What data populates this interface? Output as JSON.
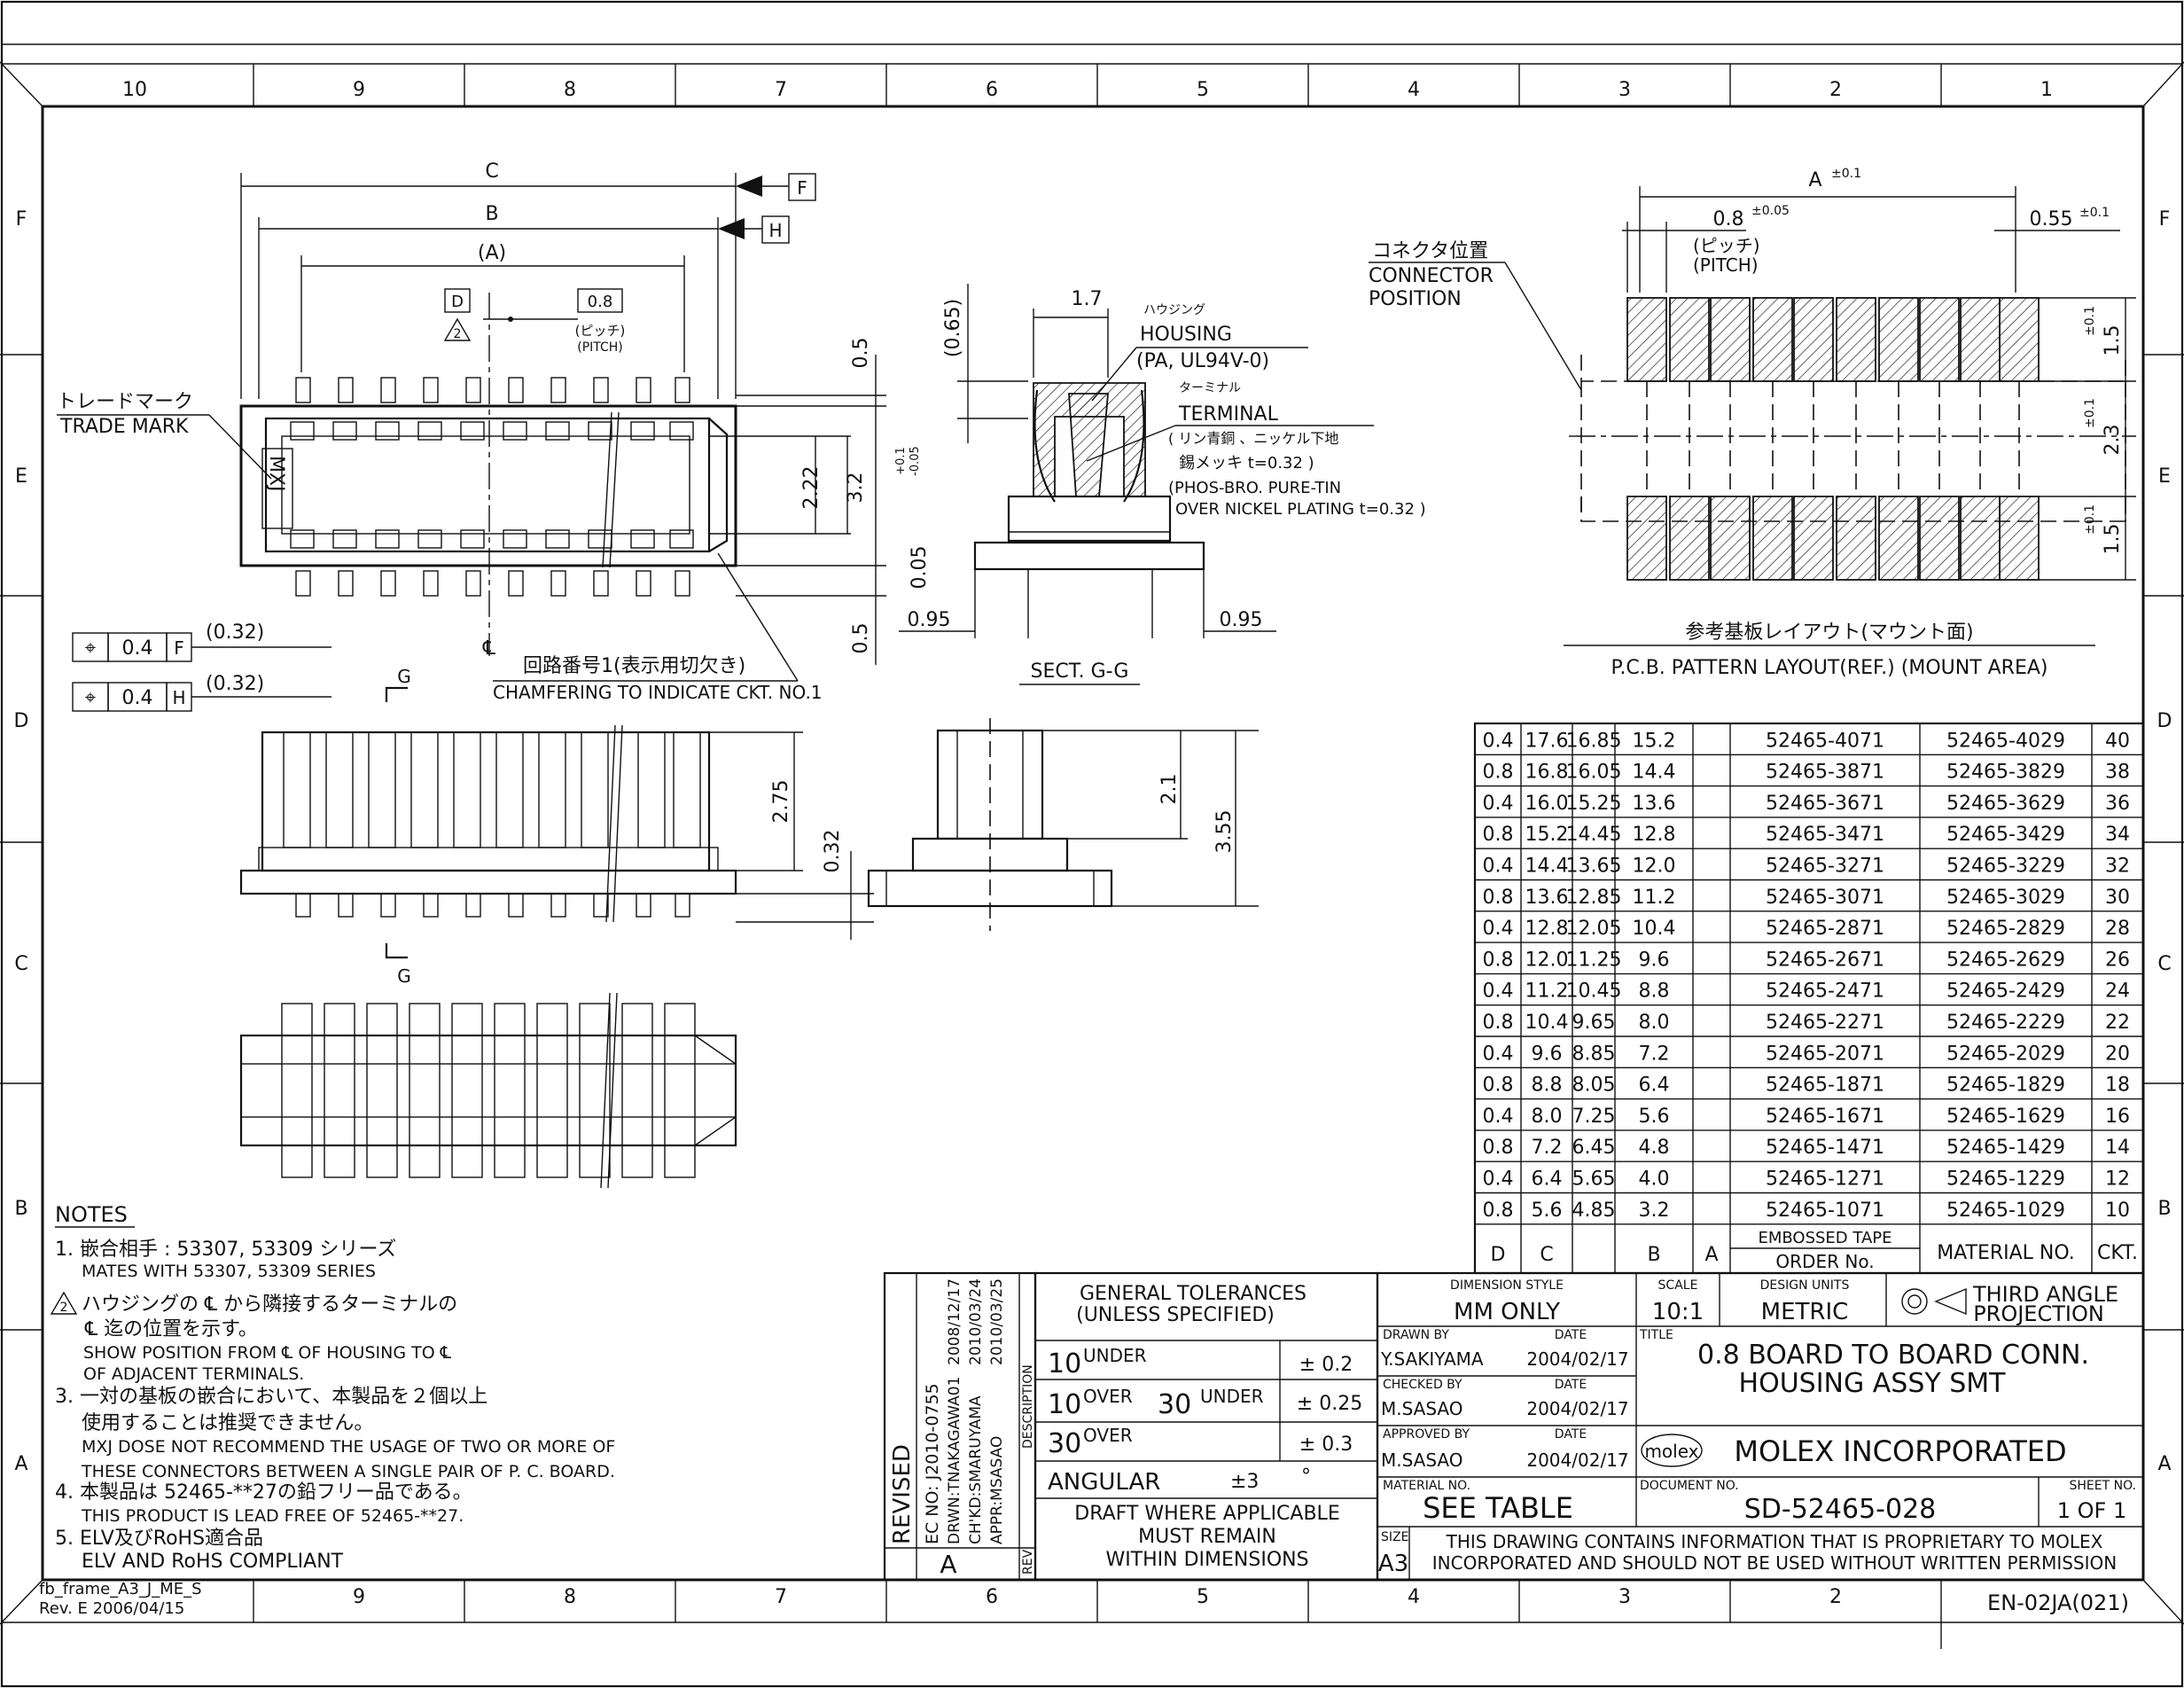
{
  "frame": {
    "top_zones": [
      "10",
      "9",
      "8",
      "7",
      "6",
      "5",
      "4",
      "3",
      "2",
      "1"
    ],
    "side_zones": [
      "F",
      "E",
      "D",
      "C",
      "B",
      "A"
    ],
    "frame_id": "fb_frame_A3_J_ME_S",
    "frame_rev": "Rev. E 2006/04/15",
    "form_no": "EN-02JA(021)"
  },
  "top_view": {
    "dim_c": "C",
    "dim_b": "B",
    "dim_a": "(A)",
    "datum_f": "F",
    "datum_h": "H",
    "datum_d": "D",
    "note_2": "2",
    "pitch_value": "0.8",
    "pitch_jp": "(ピッチ)",
    "pitch_en": "(PITCH)",
    "dim_05_top": "0.5",
    "dim_05_bottom": "0.5",
    "dim_222": "2.22",
    "dim_32": "3.2",
    "dim_tol": "0.05",
    "dim_tol_sup": "+0.1",
    "dim_tol_sub": "-0.05",
    "trademark_jp": "トレードマーク",
    "trademark_en": "TRADE MARK",
    "logo_text": "MXJ",
    "chamfer_jp": "回路番号1(表示用切欠き)",
    "chamfer_en": "CHAMFERING TO INDICATE CKT. NO.1",
    "cl_symbol": "℄",
    "fcf1_sym": "⌖",
    "fcf1_tol": "0.4",
    "fcf1_datum": "F",
    "fcf1_dim": "(0.32)",
    "fcf2_sym": "⌖",
    "fcf2_tol": "0.4",
    "fcf2_datum": "H",
    "fcf2_dim": "(0.32)",
    "section_mark": "G"
  },
  "section_view": {
    "dim_17": "1.7",
    "dim_065": "(0.65)",
    "housing_jp": "ハウジング",
    "housing_en": "HOUSING",
    "housing_mat": "(PA, UL94V-0)",
    "terminal_jp": "ターミナル",
    "terminal_en": "TERMINAL",
    "terminal_mat_jp1": "( リン青銅 、ニッケル下地",
    "terminal_mat_jp2": "錫メッキ  t=0.32 )",
    "terminal_mat_en1": "(PHOS-BRO. PURE-TIN",
    "terminal_mat_en2": "OVER NICKEL PLATING t=0.32 )",
    "dim_095_left": "0.95",
    "dim_095_right": "0.95",
    "title": "SECT. G-G"
  },
  "side_view": {
    "dim_275": "2.75",
    "dim_032": "0.32",
    "dim_21": "2.1",
    "dim_355": "3.55"
  },
  "pcb_layout": {
    "dim_a": "A",
    "dim_a_tol": "±0.1",
    "pitch": "0.8",
    "pitch_tol": "±0.05",
    "pitch_jp": "(ピッチ)",
    "pitch_en": "(PITCH)",
    "pad_w": "0.55",
    "pad_w_tol": "±0.1",
    "connector_pos_jp": "コネクタ位置",
    "connector_pos_en1": "CONNECTOR",
    "connector_pos_en2": "POSITION",
    "dim_15_top": "1.5",
    "dim_23": "2.3",
    "dim_15_bottom": "1.5",
    "tol": "±0.1",
    "title_jp": "参考基板レイアウト(マウント面)",
    "title_en": "P.C.B. PATTERN LAYOUT(REF.) (MOUNT AREA)"
  },
  "table": {
    "rows": [
      [
        "0.4",
        "17.6",
        "16.85",
        "15.2",
        "52465-4071",
        "52465-4029",
        "40"
      ],
      [
        "0.8",
        "16.8",
        "16.05",
        "14.4",
        "52465-3871",
        "52465-3829",
        "38"
      ],
      [
        "0.4",
        "16.0",
        "15.25",
        "13.6",
        "52465-3671",
        "52465-3629",
        "36"
      ],
      [
        "0.8",
        "15.2",
        "14.45",
        "12.8",
        "52465-3471",
        "52465-3429",
        "34"
      ],
      [
        "0.4",
        "14.4",
        "13.65",
        "12.0",
        "52465-3271",
        "52465-3229",
        "32"
      ],
      [
        "0.8",
        "13.6",
        "12.85",
        "11.2",
        "52465-3071",
        "52465-3029",
        "30"
      ],
      [
        "0.4",
        "12.8",
        "12.05",
        "10.4",
        "52465-2871",
        "52465-2829",
        "28"
      ],
      [
        "0.8",
        "12.0",
        "11.25",
        "9.6",
        "52465-2671",
        "52465-2629",
        "26"
      ],
      [
        "0.4",
        "11.2",
        "10.45",
        "8.8",
        "52465-2471",
        "52465-2429",
        "24"
      ],
      [
        "0.8",
        "10.4",
        "9.65",
        "8.0",
        "52465-2271",
        "52465-2229",
        "22"
      ],
      [
        "0.4",
        "9.6",
        "8.85",
        "7.2",
        "52465-2071",
        "52465-2029",
        "20"
      ],
      [
        "0.8",
        "8.8",
        "8.05",
        "6.4",
        "52465-1871",
        "52465-1829",
        "18"
      ],
      [
        "0.4",
        "8.0",
        "7.25",
        "5.6",
        "52465-1671",
        "52465-1629",
        "16"
      ],
      [
        "0.8",
        "7.2",
        "6.45",
        "4.8",
        "52465-1471",
        "52465-1429",
        "14"
      ],
      [
        "0.4",
        "6.4",
        "5.65",
        "4.0",
        "52465-1271",
        "52465-1229",
        "12"
      ],
      [
        "0.8",
        "5.6",
        "4.85",
        "3.2",
        "52465-1071",
        "52465-1029",
        "10"
      ]
    ],
    "header": {
      "d": "D",
      "c": "C",
      "b": "B",
      "a": "A",
      "emb1": "EMBOSSED TAPE",
      "emb2": "ORDER No.",
      "mat": "MATERIAL NO.",
      "ckt": "CKT."
    }
  },
  "notes": {
    "title": "NOTES",
    "n1_jp": "1. 嵌合相手 : 53307, 53309 シリーズ",
    "n1_en": "MATES WITH 53307, 53309 SERIES",
    "n2_mark": "2",
    "n2_jp1": "ハウジングの ℄ から隣接するターミナルの",
    "n2_jp2": "℄ 迄の位置を示す。",
    "n2_en1": "SHOW POSITION FROM ℄ OF HOUSING TO ℄",
    "n2_en2": "OF ADJACENT TERMINALS.",
    "n3_jp1": "3. 一対の基板の嵌合において、本製品を２個以上",
    "n3_jp2": "使用することは推奨できません。",
    "n3_en1": "MXJ DOSE NOT RECOMMEND THE USAGE OF TWO OR MORE OF",
    "n3_en2": "THESE CONNECTORS BETWEEN A SINGLE PAIR OF P. C. BOARD.",
    "n4_jp": "4. 本製品は 52465-**27の鉛フリー品である。",
    "n4_en": "THIS PRODUCT IS LEAD FREE OF 52465-**27.",
    "n5_jp": "5. ELV及びRoHS適合品",
    "n5_en": "ELV AND RoHS COMPLIANT"
  },
  "revision": {
    "revised": "REVISED",
    "ec": "EC NO: J2010-0755",
    "drwn": "DRWN:TNAKAGAWA01",
    "drwn_date": "2008/12/17",
    "chkd": "CH'KD:SMARUYAMA",
    "chkd_date": "2010/03/24",
    "appr": "APPR:MSASAO",
    "appr_date": "2010/03/25",
    "desc": "DESCRIPTION",
    "rev_label": "REV",
    "rev_value": "A"
  },
  "tolerances": {
    "title1": "GENERAL TOLERANCES",
    "title2": "(UNLESS SPECIFIED)",
    "r1_a": "10",
    "r1_b": "UNDER",
    "r1_tol": "± 0.2",
    "r2_a": "10",
    "r2_b": "OVER",
    "r2_c": "30",
    "r2_d": "UNDER",
    "r2_tol": "± 0.25",
    "r3_a": "30",
    "r3_b": "OVER",
    "r3_tol": "± 0.3",
    "angular": "ANGULAR",
    "angular_tol": "±3",
    "deg": "°",
    "draft1": "DRAFT WHERE APPLICABLE",
    "draft2": "MUST REMAIN",
    "draft3": "WITHIN DIMENSIONS"
  },
  "title_block": {
    "dim_style_label": "DIMENSION STYLE",
    "dim_style": "MM ONLY",
    "scale_label": "SCALE",
    "scale": "10:1",
    "units_label": "DESIGN UNITS",
    "units": "METRIC",
    "projection1": "THIRD ANGLE",
    "projection2": "PROJECTION",
    "drawn_label": "DRAWN BY",
    "drawn_by": "Y.SAKIYAMA",
    "date_label": "DATE",
    "drawn_date": "2004/02/17",
    "checked_label": "CHECKED BY",
    "checked_by": "M.SASAO",
    "checked_date": "2004/02/17",
    "approved_label": "APPROVED BY",
    "approved_by": "M.SASAO",
    "approved_date": "2004/02/17",
    "title_label": "TITLE",
    "title1": "0.8 BOARD TO BOARD CONN.",
    "title2": "HOUSING ASSY SMT",
    "logo": "molex",
    "company": "MOLEX INCORPORATED",
    "material_label": "MATERIAL NO.",
    "material": "SEE TABLE",
    "document_label": "DOCUMENT NO.",
    "document": "SD-52465-028",
    "sheet_label": "SHEET NO.",
    "sheet": "1 OF 1",
    "size_label": "SIZE",
    "size": "A3",
    "proprietary1": "THIS DRAWING CONTAINS INFORMATION THAT IS PROPRIETARY TO MOLEX",
    "proprietary2": "INCORPORATED AND SHOULD NOT BE USED WITHOUT WRITTEN PERMISSION"
  }
}
